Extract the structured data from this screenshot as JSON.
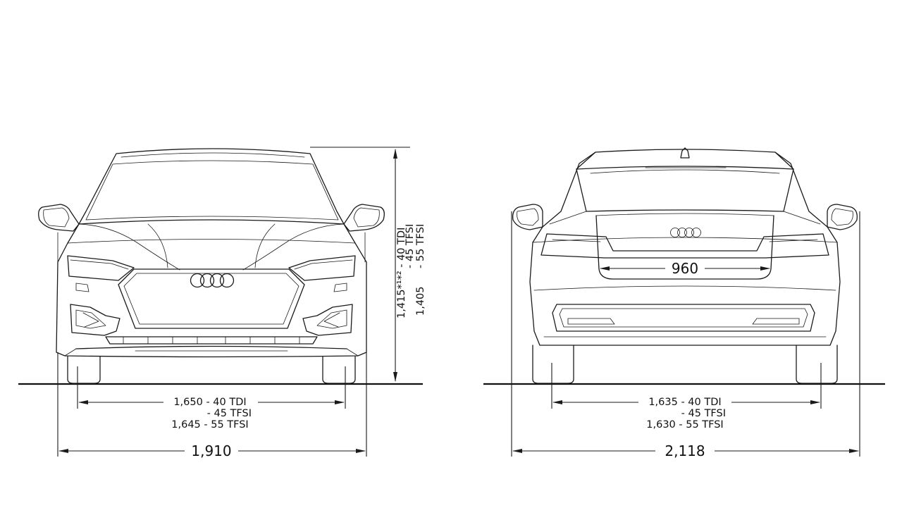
{
  "front_view": {
    "height_label": "1,415*¹*² - 40 TDI",
    "height_label_line2": "- 45 TFSI",
    "height_label_line3": "- 55 TFSI",
    "height_alt_label": "1,405",
    "track_line1": "1,650 - 40 TDI",
    "track_line2": "- 45 TFSI",
    "track_line3": "1,645 - 55 TFSI",
    "width_label": "1,910"
  },
  "rear_view": {
    "hatch_width_label": "960",
    "track_line1": "1,635 - 40 TDI",
    "track_line2": "- 45 TFSI",
    "track_line3": "1,630 - 55 TFSI",
    "width_mirrors_label": "2,118"
  }
}
